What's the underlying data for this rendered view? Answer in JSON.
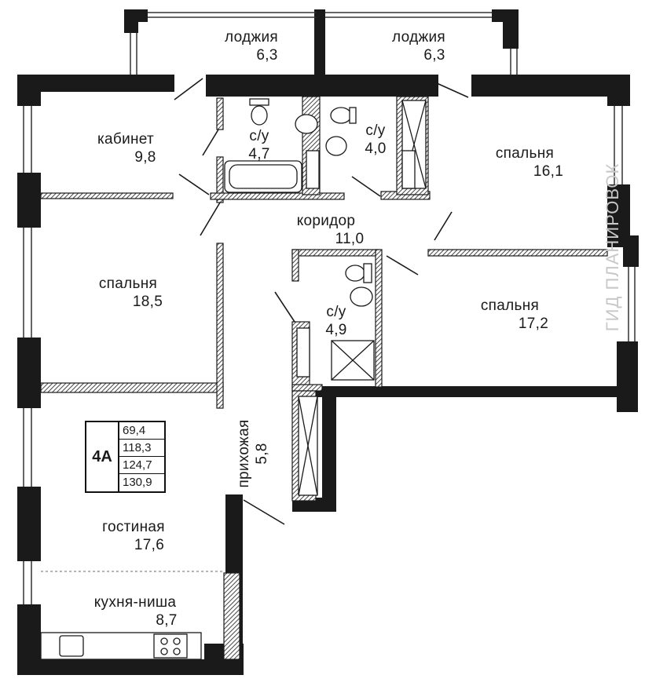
{
  "rooms": {
    "loggia_left": {
      "name": "лоджия",
      "area": "6,3"
    },
    "loggia_right": {
      "name": "лоджия",
      "area": "6,3"
    },
    "study": {
      "name": "кабинет",
      "area": "9,8"
    },
    "bath_1": {
      "name": "с/у",
      "area": "4,7"
    },
    "bath_2": {
      "name": "с/у",
      "area": "4,0"
    },
    "bedroom_ne": {
      "name": "спальня",
      "area": "16,1"
    },
    "corridor": {
      "name": "коридор",
      "area": "11,0"
    },
    "bedroom_w": {
      "name": "спальня",
      "area": "18,5"
    },
    "bath_3": {
      "name": "с/у",
      "area": "4,9"
    },
    "bedroom_e": {
      "name": "спальня",
      "area": "17,2"
    },
    "hallway": {
      "name": "прихожая",
      "area": "5,8"
    },
    "living": {
      "name": "гостиная",
      "area": "17,6"
    },
    "kitchen": {
      "name": "кухня-ниша",
      "area": "8,7"
    }
  },
  "summary": {
    "type_code": "4А",
    "values": [
      "69,4",
      "118,3",
      "124,7",
      "130,9"
    ]
  },
  "watermark": "ГИД ПЛАНИРОВОК",
  "colors": {
    "wall": "#1a1a1a",
    "hatch": "#555555",
    "line": "#333333"
  }
}
